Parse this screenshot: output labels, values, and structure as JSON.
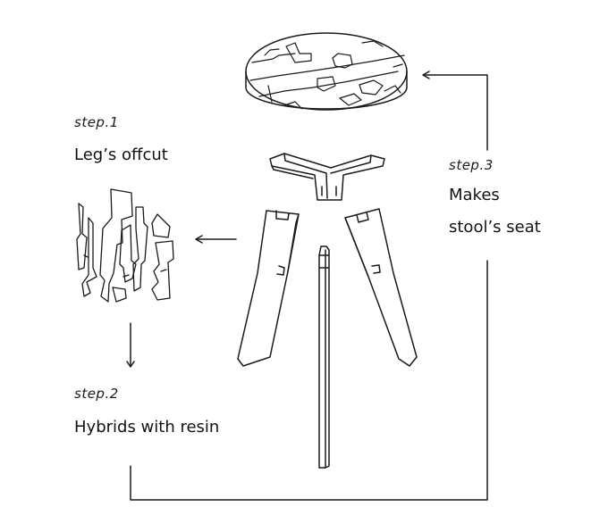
{
  "steps": [
    {
      "number": "step.1",
      "label": "Leg’s offcut"
    },
    {
      "number": "step.2",
      "label": "Hybrids with resin"
    },
    {
      "number": "step.3",
      "label_line1": "Makes",
      "label_line2": "stool’s seat"
    }
  ],
  "colors": {
    "line": "#1a1a1a",
    "background": "#ffffff"
  }
}
